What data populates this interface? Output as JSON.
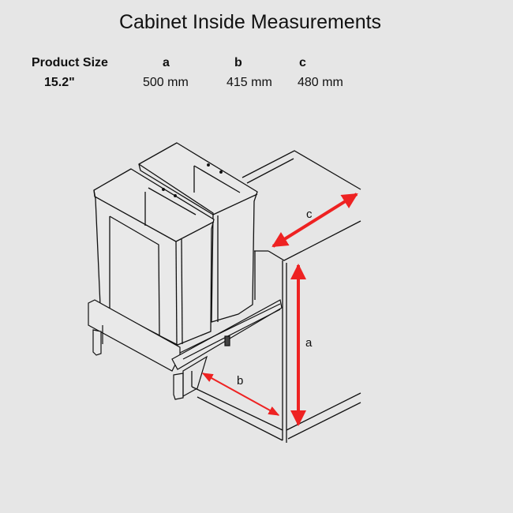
{
  "title": "Cabinet Inside Measurements",
  "table": {
    "headers": [
      "Product Size",
      "a",
      "b",
      "c"
    ],
    "rows": [
      {
        "product_size": "15.2\"",
        "a": "500 mm",
        "b": "415 mm",
        "c": "480 mm"
      }
    ]
  },
  "diagram": {
    "labels": {
      "a": "a",
      "b": "b",
      "c": "c"
    },
    "colors": {
      "arrow": "#ee2222",
      "line": "#111111",
      "background": "#e6e6e6"
    }
  }
}
